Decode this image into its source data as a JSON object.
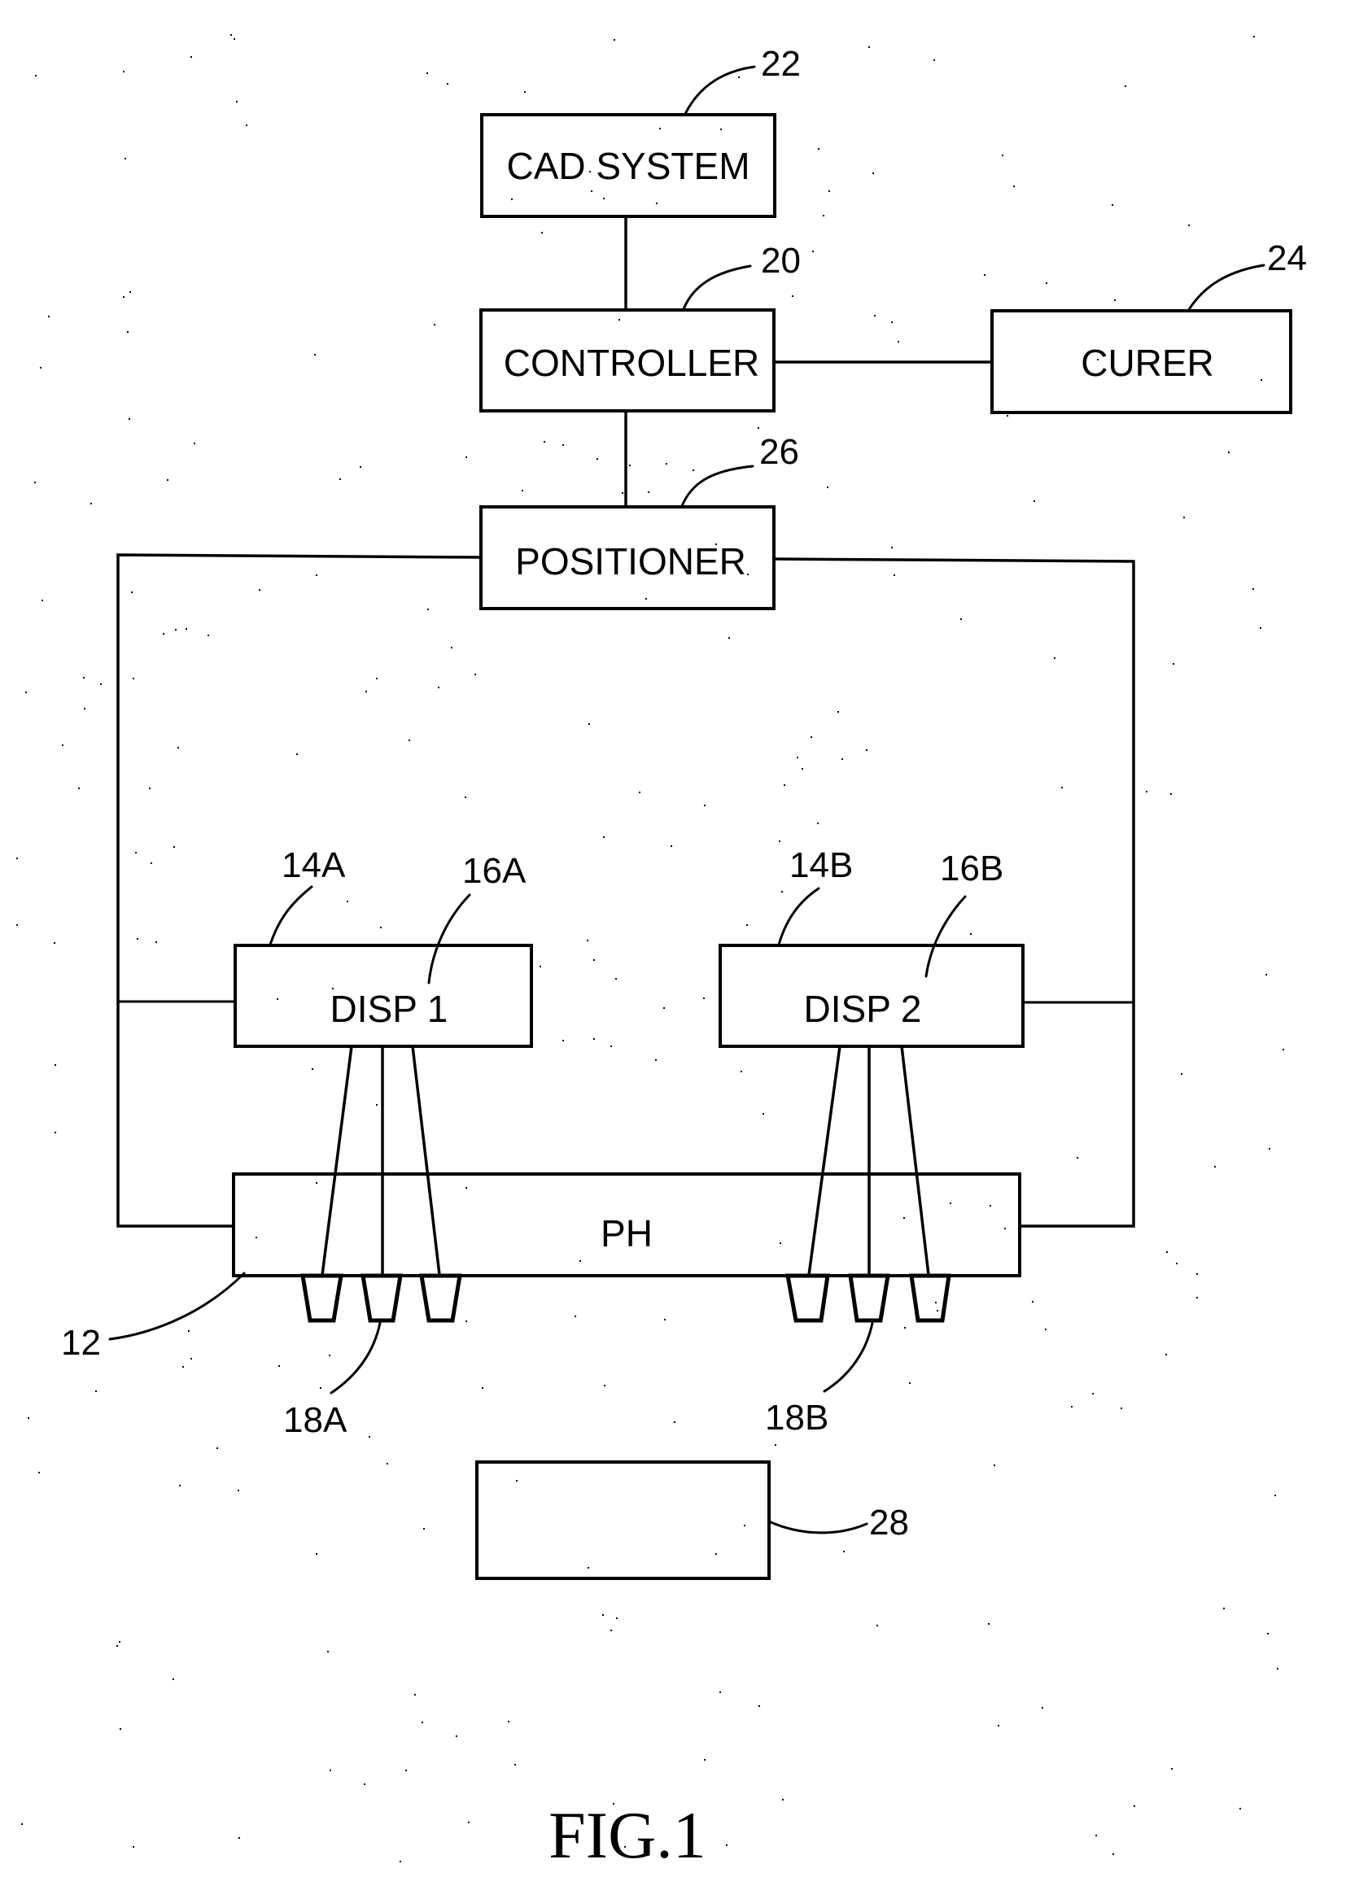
{
  "figure": {
    "caption": "FIG.1",
    "blocks": {
      "cad": {
        "label": "CAD SYSTEM",
        "ref": "22"
      },
      "controller": {
        "label": "CONTROLLER",
        "ref": "20"
      },
      "curer": {
        "label": "CURER",
        "ref": "24"
      },
      "positioner": {
        "label": "POSITIONER",
        "ref": "26"
      },
      "disp1": {
        "label": "DISP  1",
        "ref": "14A",
        "ref_inner": "16A"
      },
      "disp2": {
        "label": "DISP  2",
        "ref": "14B",
        "ref_inner": "16B"
      },
      "printhead": {
        "label": "PH",
        "ref": "12"
      },
      "nozzles_a": {
        "ref": "18A"
      },
      "nozzles_b": {
        "ref": "18B"
      },
      "tray": {
        "label": "",
        "ref": "28"
      }
    }
  }
}
